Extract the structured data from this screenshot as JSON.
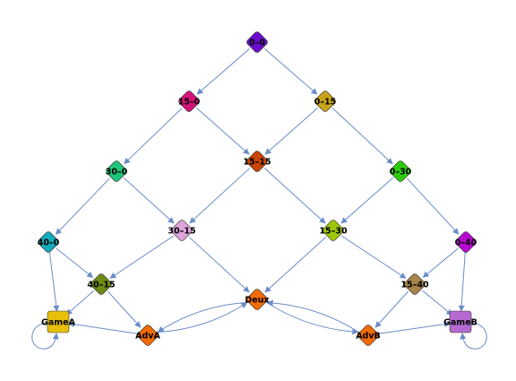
{
  "nodes": [
    {
      "id": "n00",
      "label": "0–0",
      "color": "#6a0dcc",
      "shape": "diamond"
    },
    {
      "id": "n150",
      "label": "15–0",
      "color": "#d4127a",
      "shape": "diamond"
    },
    {
      "id": "n015",
      "label": "0–15",
      "color": "#c7a31a",
      "shape": "diamond"
    },
    {
      "id": "n300",
      "label": "30–0",
      "color": "#1fc77a",
      "shape": "diamond"
    },
    {
      "id": "n1515",
      "label": "15–15",
      "color": "#c94406",
      "shape": "diamond"
    },
    {
      "id": "n030",
      "label": "0–30",
      "color": "#2bcc0a",
      "shape": "diamond"
    },
    {
      "id": "n400",
      "label": "40–0",
      "color": "#12aab8",
      "shape": "diamond"
    },
    {
      "id": "n3015",
      "label": "30–15",
      "color": "#e0a4dc",
      "shape": "diamond"
    },
    {
      "id": "n1530",
      "label": "15–30",
      "color": "#9ec70c",
      "shape": "diamond"
    },
    {
      "id": "n040",
      "label": "0–40",
      "color": "#b60ad0",
      "shape": "diamond"
    },
    {
      "id": "n4015",
      "label": "40–15",
      "color": "#6e8a12",
      "shape": "diamond"
    },
    {
      "id": "deuce",
      "label": "Deux",
      "color": "#f26b06",
      "shape": "diamond"
    },
    {
      "id": "n1540",
      "label": "15–40",
      "color": "#a8844a",
      "shape": "diamond"
    },
    {
      "id": "gameA",
      "label": "GameA",
      "color": "#e6c00a",
      "shape": "square"
    },
    {
      "id": "advA",
      "label": "AdvA",
      "color": "#f26b06",
      "shape": "diamond"
    },
    {
      "id": "advB",
      "label": "AdvB",
      "color": "#f26b06",
      "shape": "diamond"
    },
    {
      "id": "gameB",
      "label": "GameB",
      "color": "#b46ad0",
      "shape": "square"
    }
  ],
  "edges": [
    [
      "n00",
      "n150"
    ],
    [
      "n00",
      "n015"
    ],
    [
      "n150",
      "n300"
    ],
    [
      "n150",
      "n1515"
    ],
    [
      "n015",
      "n1515"
    ],
    [
      "n015",
      "n030"
    ],
    [
      "n300",
      "n400"
    ],
    [
      "n300",
      "n3015"
    ],
    [
      "n1515",
      "n3015"
    ],
    [
      "n1515",
      "n1530"
    ],
    [
      "n030",
      "n1530"
    ],
    [
      "n030",
      "n040"
    ],
    [
      "n400",
      "gameA"
    ],
    [
      "n400",
      "n4015"
    ],
    [
      "n3015",
      "n4015"
    ],
    [
      "n3015",
      "deuce"
    ],
    [
      "n1530",
      "deuce"
    ],
    [
      "n1530",
      "n1540"
    ],
    [
      "n040",
      "n1540"
    ],
    [
      "n040",
      "gameB"
    ],
    [
      "n4015",
      "gameA"
    ],
    [
      "n4015",
      "advA"
    ],
    [
      "n1540",
      "advB"
    ],
    [
      "n1540",
      "gameB"
    ],
    [
      "deuce",
      "advA"
    ],
    [
      "advA",
      "deuce"
    ],
    [
      "advA",
      "gameA"
    ],
    [
      "deuce",
      "advB"
    ],
    [
      "advB",
      "deuce"
    ],
    [
      "advB",
      "gameB"
    ],
    [
      "gameA",
      "gameA"
    ],
    [
      "gameB",
      "gameB"
    ]
  ],
  "colors": {
    "edge": "#6a8dc8"
  }
}
